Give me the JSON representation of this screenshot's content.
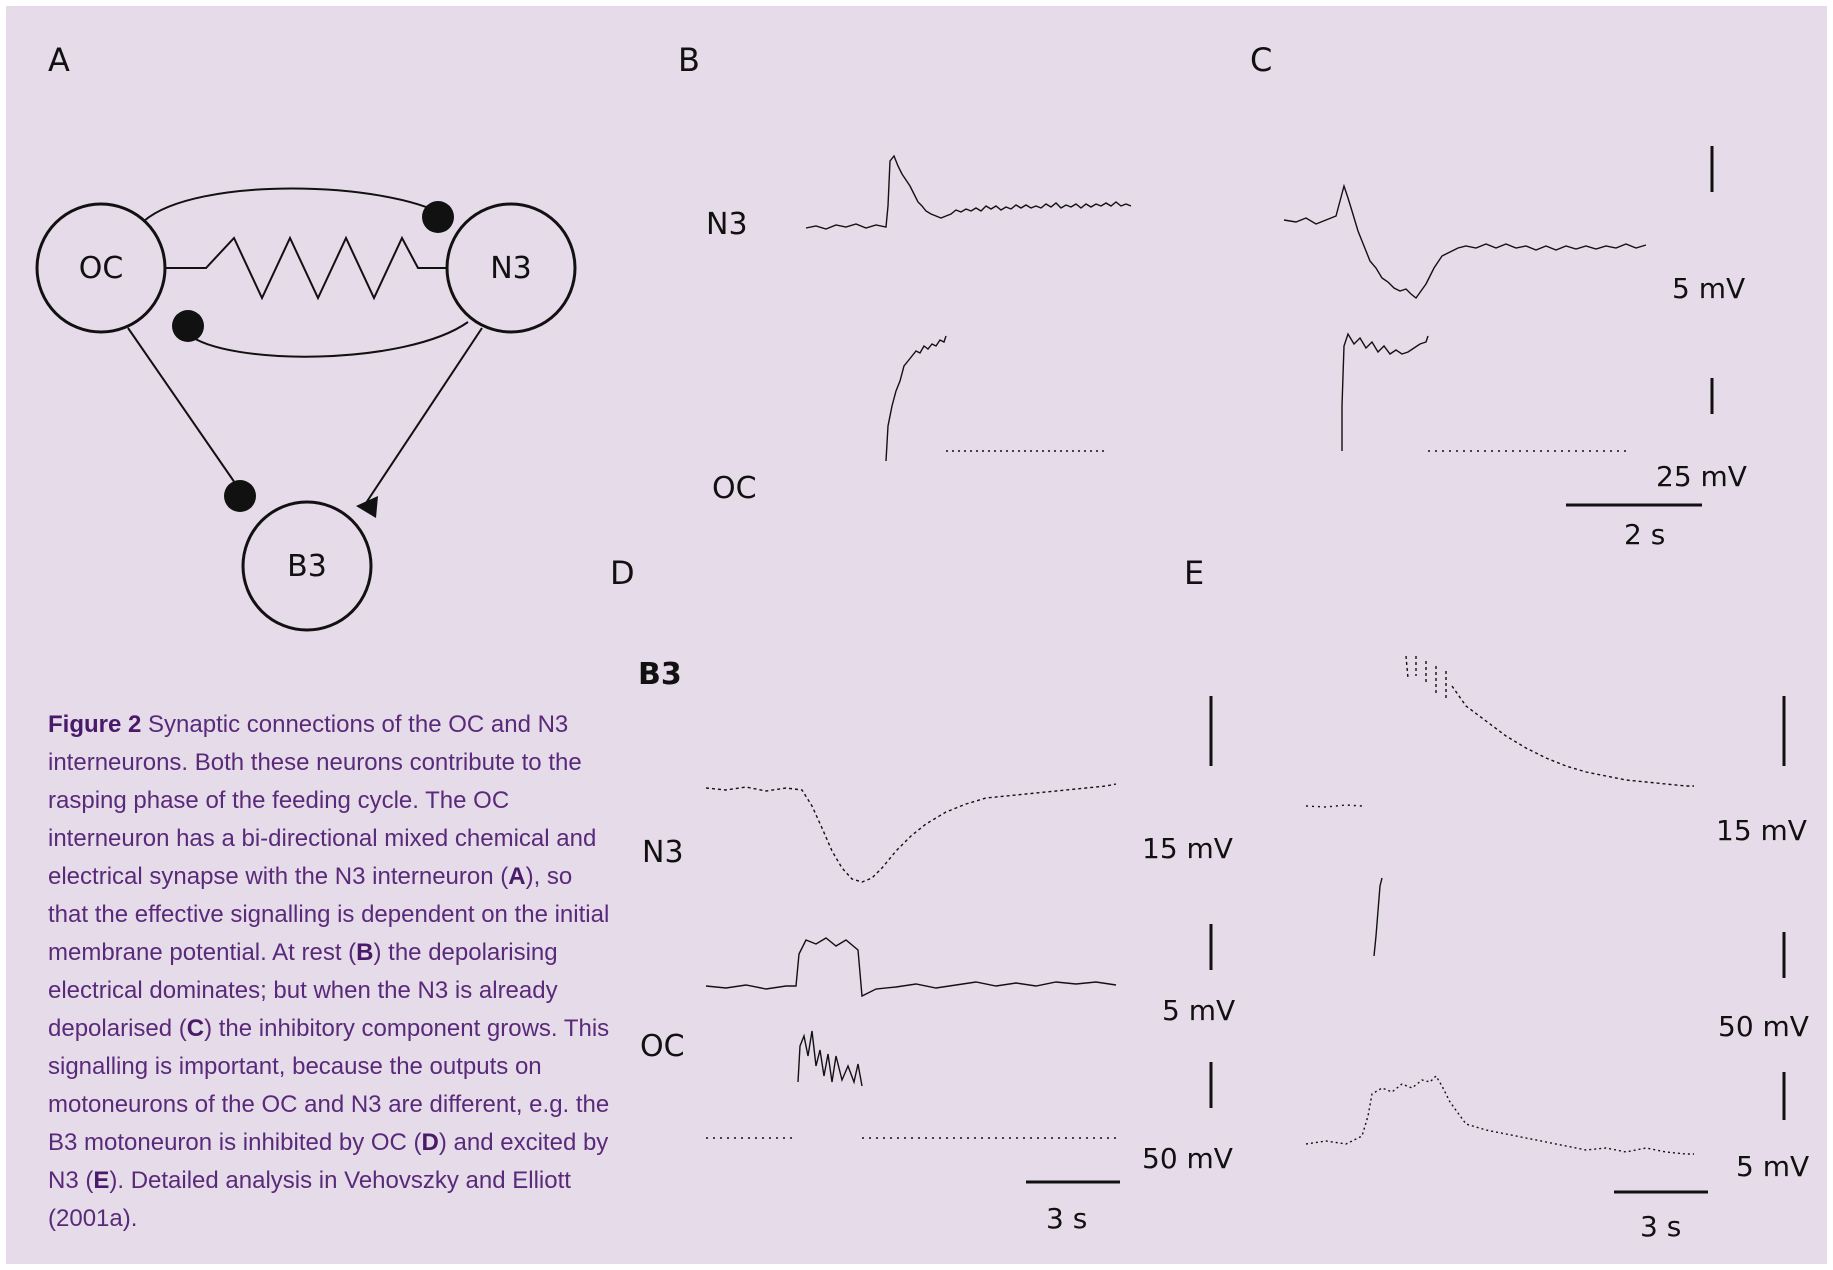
{
  "panels": {
    "a": "A",
    "b": "B",
    "c": "C",
    "d": "D",
    "e": "E"
  },
  "diagram": {
    "nodes": [
      "OC",
      "N3",
      "B3"
    ]
  },
  "panel_b": {
    "trace_top": "N3",
    "trace_bottom": "OC"
  },
  "panel_c": {
    "scale_top": "5 mV",
    "scale_bottom": "25 mV",
    "time_scale": "2 s"
  },
  "panel_d": {
    "trace_b3": "B3",
    "trace_n3": "N3",
    "trace_oc": "OC",
    "scale_1": "15 mV",
    "scale_2": "5 mV",
    "scale_3": "50 mV",
    "time_scale": "3 s"
  },
  "panel_e": {
    "scale_1": "15 mV",
    "scale_2": "50 mV",
    "scale_3": "5 mV",
    "time_scale": "3 s"
  },
  "caption": {
    "title": "Figure 2",
    "part1": "  Synaptic connections of the OC and N3 interneurons. Both these neurons contribute to the rasping phase of the feeding cycle. The OC interneuron has a bi-directional mixed chemical and electrical synapse with the N3 interneuron (",
    "ref_a": "A",
    "part2": "), so that the effective signalling is dependent on the initial membrane potential. At rest (",
    "ref_b": "B",
    "part3": ")  the depolarising electrical dominates; but when the N3 is already depolarised (",
    "ref_c": "C",
    "part4": ") the inhibitory component grows. This signalling is important, because the outputs on motoneurons of the OC and N3 are different, e.g. the B3 motoneuron is inhibited by OC (",
    "ref_d": "D",
    "part5": ") and excited by N3 (",
    "ref_e": "E",
    "part6": "). Detailed analysis in Vehovszky and Elliott (2001a)."
  },
  "colors": {
    "background": "#e6dbe9",
    "caption_text": "#5a2a7a",
    "trace": "#111111"
  }
}
